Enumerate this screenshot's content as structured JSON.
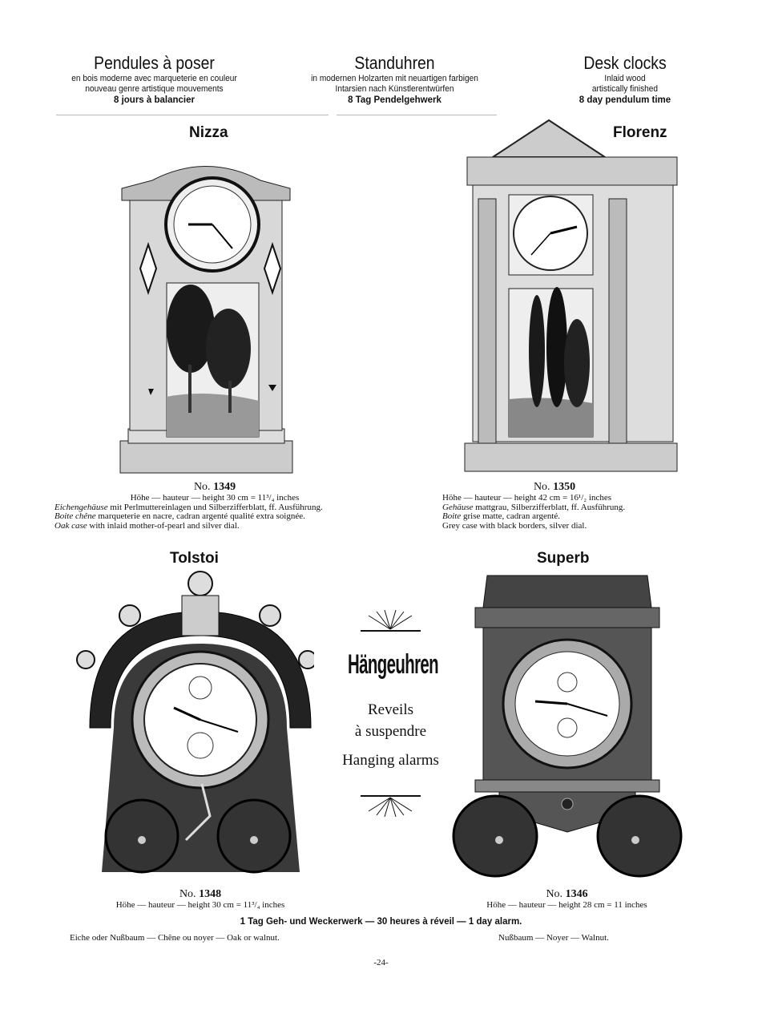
{
  "headers": [
    {
      "title": "Pendules à poser",
      "lines": [
        "en bois moderne avec marqueterie en couleur",
        "nouveau genre artistique mouvements"
      ],
      "bold": "8 jours à balancier"
    },
    {
      "title": "Standuhren",
      "lines": [
        "in modernen Holzarten mit neuartigen farbigen",
        "Intarsien nach Künstlerentwürfen"
      ],
      "bold": "8 Tag Pendelgehwerk"
    },
    {
      "title": "Desk clocks",
      "lines": [
        "Inlaid wood",
        "artistically finished"
      ],
      "bold": "8 day pendulum time"
    }
  ],
  "clocks": {
    "nizza": {
      "name": "Nizza",
      "no_prefix": "No.",
      "no": "1349",
      "height": "Höhe — hauteur — height 30 cm = 11³/₄ inches",
      "lines": [
        {
          "em": "Eichengehäuse",
          "rest": " mit Perlmuttereinlagen und Silberzifferblatt, ff. Ausführung."
        },
        {
          "em": "Boite chêne",
          "rest": " marqueterie en nacre, cadran argenté qualité extra soignée."
        },
        {
          "em": "Oak case",
          "rest": " with inlaid mother-of-pearl and silver dial."
        }
      ]
    },
    "florenz": {
      "name": "Florenz",
      "no_prefix": "No.",
      "no": "1350",
      "height": "Höhe — hauteur — height 42 cm = 16¹/₂ inches",
      "lines": [
        {
          "em": "Gehäuse",
          "rest": " mattgrau, Silberzifferblatt, ff. Ausführung."
        },
        {
          "em": "Boite",
          "rest": " grise matte, cadran argenté."
        },
        {
          "em": "",
          "rest": "Grey case with black borders, silver dial."
        }
      ]
    },
    "tolstoi": {
      "name": "Tolstoi",
      "no_prefix": "No.",
      "no": "1348",
      "height": "Höhe — hauteur — height 30 cm = 11³/₄ inches",
      "wood": "Eiche oder Nußbaum — Chêne ou noyer — Oak or walnut."
    },
    "superb": {
      "name": "Superb",
      "no_prefix": "No.",
      "no": "1346",
      "height": "Höhe — hauteur — height 28 cm = 11 inches",
      "wood": "Nußbaum — Noyer — Walnut."
    }
  },
  "center": {
    "title": "Hängeuhren",
    "lines": [
      "Reveils",
      "à suspendre",
      "Hanging alarms"
    ]
  },
  "alarm_line": "1 Tag Geh- und Weckerwerk — 30 heures à réveil — 1 day alarm.",
  "page_number": "-24-"
}
